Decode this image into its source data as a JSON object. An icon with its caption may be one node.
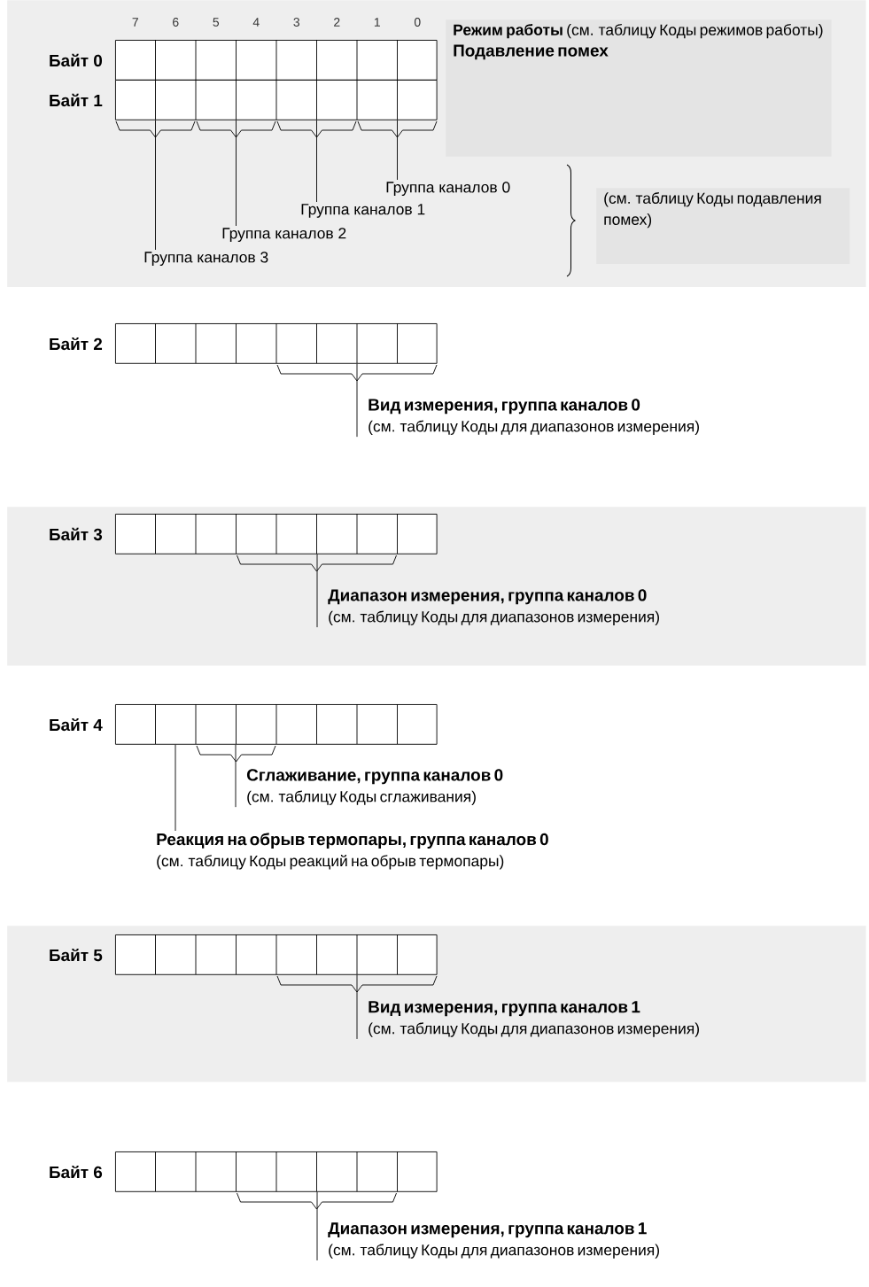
{
  "diagram": {
    "nodes": [
      {
        "text": [],
        "shape": "box"
      },
      {
        "text": [
          "Байт 0"
        ],
        "in": 0
      },
      {
        "text": [
          "Байт 1"
        ],
        "in": 0
      },
      {
        "text": [
          "**Режим работы** (см. таблицу Коды режимов работы)",
          "Подавление помех"
        ],
        "in": 0
      },
      {
        "text": [
          "Группа каналов 0"
        ],
        "in": 0
      },
      {
        "text": [
          "Группа каналов 1"
        ],
        "in": 0
      },
      {
        "text": [
          "Группа каналов 2"
        ],
        "in": 0
      },
      {
        "text": [
          "Группа каналов 3"
        ],
        "in": 0
      },
      {
        "text": [
          "(см. таблицу Коды подавления помех)"
        ],
        "in": 0
      },
      {
        "text": [
          "Байт 2"
        ]
      },
      {
        "text": [
          "Вид измерения, группа каналов 0",
          "(см. таблицу Коды для диапазонов измерения)"
        ]
      },
      {
        "text": [],
        "shape": "box"
      },
      {
        "text": [
          "Байт 3"
        ],
        "in": 11
      },
      {
        "text": [
          "Диапазон измерения, группа каналов 0",
          "(см. таблицу Коды для диапазонов измерения)"
        ],
        "in": 11
      },
      {
        "text": [
          "Байт 4"
        ]
      },
      {
        "text": [
          "Сглаживание, группа каналов 0",
          "(см. таблицу Коды сглаживания)"
        ]
      },
      {
        "text": [
          "Реакция на обрыв термопары, группа каналов 0",
          "(см. таблицу Коды реакций на обрыв термопары)"
        ]
      },
      {
        "text": [],
        "shape": "box"
      },
      {
        "text": [
          "Байт 5"
        ],
        "in": 17
      },
      {
        "text": [
          "Вид измерения, группа каналов 1",
          "(см. таблицу Коды для диапазонов измерения)"
        ],
        "in": 17
      },
      {
        "text": [
          "Байт 6"
        ]
      },
      {
        "text": [
          "Диапазон измерения, группа каналов 1",
          "(см. таблицу Коды для диапазонов измерения)"
        ]
      }
    ],
    "edges": [
      {
        "from": 4,
        "to": 2,
        "arrow": "none"
      },
      {
        "from": 5,
        "to": 2,
        "arrow": "none"
      },
      {
        "from": 6,
        "to": 2,
        "arrow": "none"
      },
      {
        "from": 7,
        "to": 2,
        "arrow": "none"
      },
      {
        "from": 10,
        "to": 9,
        "arrow": "none"
      },
      {
        "from": 13,
        "to": 12,
        "arrow": "none"
      },
      {
        "from": 15,
        "to": 14,
        "arrow": "none"
      },
      {
        "from": 16,
        "to": 14,
        "arrow": "none"
      },
      {
        "from": 19,
        "to": 18,
        "arrow": "none"
      },
      {
        "from": 21,
        "to": 20,
        "arrow": "none"
      }
    ],
    "labels": [
      "7",
      "6",
      "5",
      "4",
      "3",
      "2",
      "1",
      "0"
    ]
  }
}
